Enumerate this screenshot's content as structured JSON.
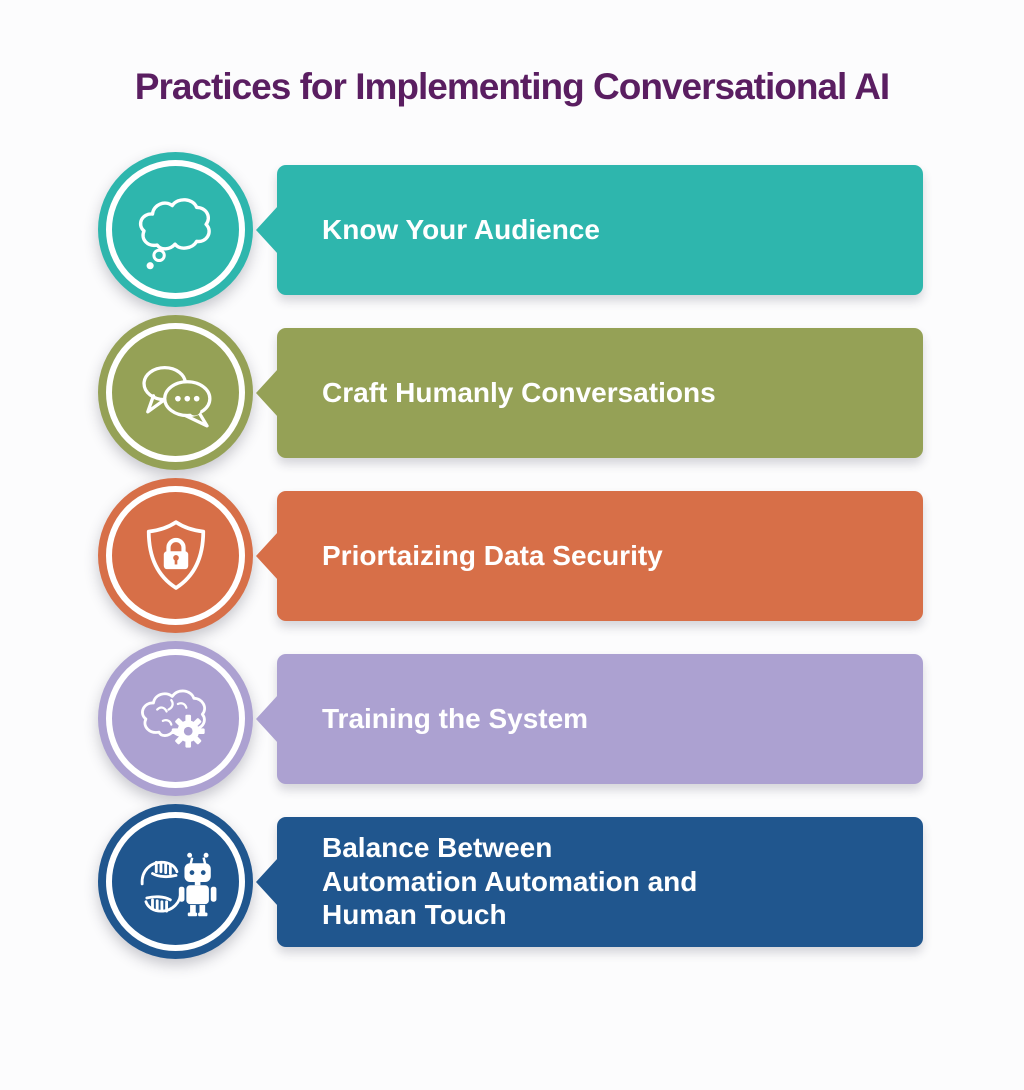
{
  "title": {
    "text": "Practices for Implementing Conversational AI",
    "color": "#5a1e61"
  },
  "items": [
    {
      "label": "Know Your Audience",
      "color": "#2eb6ad",
      "icon": "thought-cloud-icon"
    },
    {
      "label": "Craft Humanly Conversations",
      "color": "#95a156",
      "icon": "chat-bubbles-icon"
    },
    {
      "label": "Priortaizing Data Security",
      "color": "#d76f48",
      "icon": "shield-lock-icon"
    },
    {
      "label": "Training the System",
      "color": "#aca1d1",
      "icon": "brain-gear-icon"
    },
    {
      "label": "Balance Between\nAutomation Automation and\nHuman Touch",
      "color": "#20568e",
      "icon": "hands-robot-icon"
    }
  ],
  "background_color": "#fcfcfd",
  "banner_text_color": "#ffffff"
}
